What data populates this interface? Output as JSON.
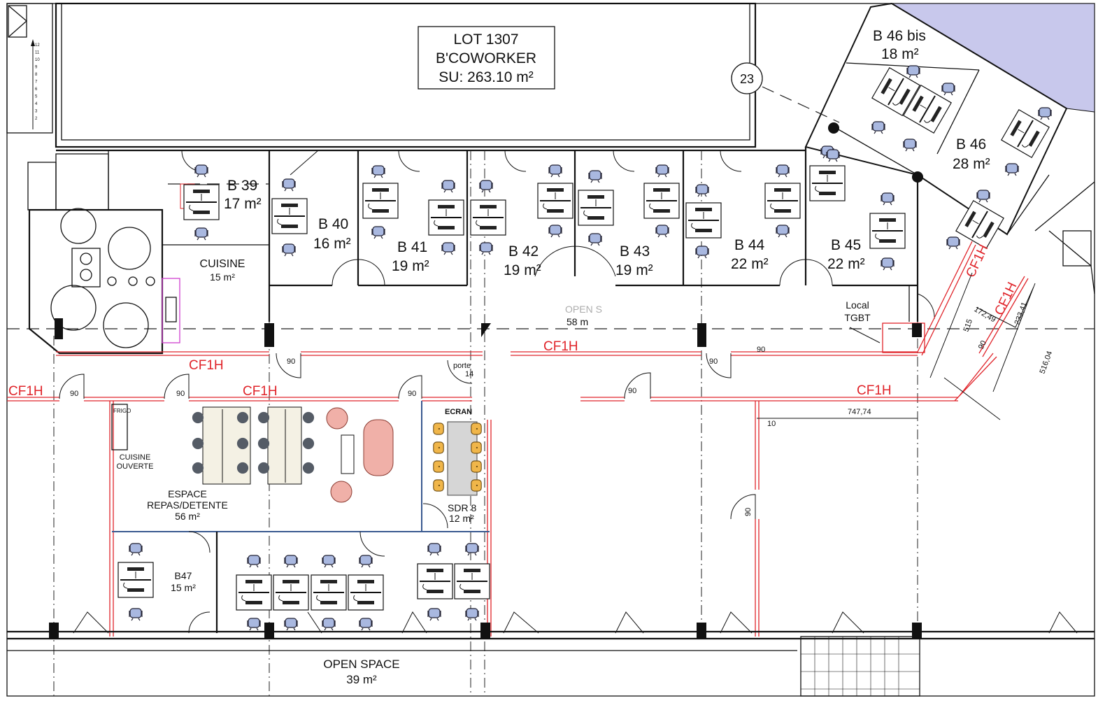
{
  "lot": {
    "line1": "LOT 1307",
    "line2": "B'COWORKER",
    "line3": "SU: 263.10 m²"
  },
  "grid_bubble": "23",
  "rooms": {
    "b39": {
      "name": "B 39",
      "area": "17 m²"
    },
    "b40": {
      "name": "B 40",
      "area": "16 m²"
    },
    "b41": {
      "name": "B 41",
      "area": "19 m²"
    },
    "b42": {
      "name": "B 42",
      "area": "19 m²"
    },
    "b43": {
      "name": "B 43",
      "area": "19 m²"
    },
    "b44": {
      "name": "B 44",
      "area": "22 m²"
    },
    "b45": {
      "name": "B 45",
      "area": "22 m²"
    },
    "b46bis": {
      "name": "B 46 bis",
      "area": "18 m²"
    },
    "b46": {
      "name": "B 46",
      "area": "28 m²"
    },
    "cuisine": {
      "name": "CUISINE",
      "area": "15 m²"
    },
    "local": {
      "name": "Local",
      "name2": "TGBT"
    },
    "open_space_mid": {
      "name": "OPEN S",
      "area": "58 m"
    },
    "porte": {
      "name": "porte",
      "num": "14"
    },
    "ecran": "ECRAN",
    "sdr": {
      "name": "SDR 8",
      "area": "12 m²"
    },
    "frigo": "FRIGO",
    "cuisine_ouverte": {
      "line1": "CUISINE",
      "line2": "OUVERTE"
    },
    "espace": {
      "line1": "ESPACE",
      "line2": "REPAS/DETENTE",
      "area": "56 m²"
    },
    "b47": {
      "name": "B47",
      "area": "15 m²"
    },
    "open_space_bottom": {
      "name": "OPEN SPACE",
      "area": "39 m²"
    }
  },
  "fire_rating": "CF1H",
  "door_width": "90",
  "dimensions": {
    "d1": "747,74",
    "d2": "10",
    "d3": "172,49",
    "d4": "515",
    "d5": "233,41",
    "d6": "516,04"
  },
  "stair_steps": [
    "12",
    "11",
    "10",
    "9",
    "8",
    "7",
    "6",
    "5",
    "4",
    "3",
    "2"
  ],
  "colors": {
    "fire_wall": "#e0242a",
    "chair": "#a9b8e0",
    "armchair": "#f0b0a8",
    "meeting_chair": "#f0b64a",
    "roof": "#c8c8ec"
  }
}
